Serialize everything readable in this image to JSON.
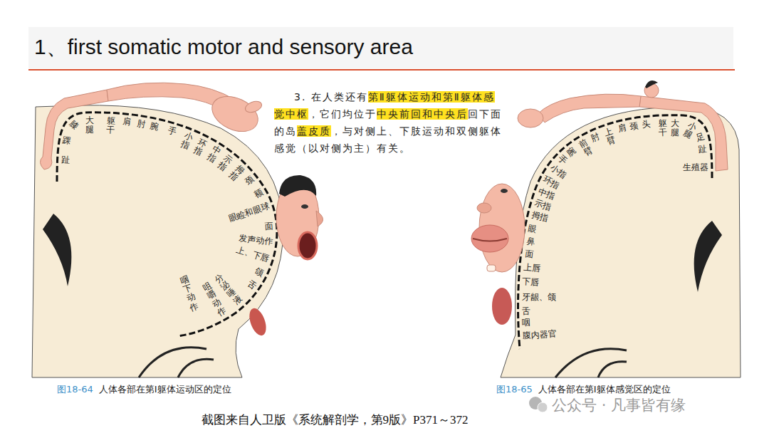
{
  "diagram": {
    "title": "1、first somatic motor and sensory area",
    "caption": "截图来自人卫版《系统解剖学，第9版》P371～372",
    "labels": [
      "3. 在人类还有",
      "第Ⅱ躯体运动和第Ⅱ躯体感觉中枢",
      "，它们均位于",
      "中央前回和中央后",
      "回下面的岛",
      "盖皮质",
      "，与对侧上、下肢运动和双侧躯体感觉（以对侧为主）有关。",
      "趾",
      "踝",
      "膝",
      "大腿",
      "躯干",
      "肩",
      "肘",
      "腕",
      "手",
      "小指",
      "环指",
      "中指",
      "示指",
      "拇指",
      "颈",
      "额",
      "眼睑和眼球",
      "面",
      "发声动作",
      "上、下唇",
      "颌",
      "舌",
      "分泌唾液",
      "咀嚼动作",
      "咽下动作",
      "图18-64",
      "人体各部在第Ⅰ躯体运动区的定位",
      "生殖器",
      "趾",
      "足",
      "小腿",
      "大腿",
      "躯干",
      "头",
      "颈",
      "肩",
      "上臂",
      "肘",
      "前臂",
      "腕",
      "手",
      "小指",
      "环指",
      "中指",
      "示指",
      "拇指",
      "眼",
      "鼻",
      "面",
      "上唇",
      "下唇",
      "牙龈、颌",
      "舌",
      "咽",
      "腹内器官",
      "图18-65",
      "人体各部在第Ⅰ躯体感觉区的定位",
      "公众号 · 凡事皆有缘"
    ]
  }
}
